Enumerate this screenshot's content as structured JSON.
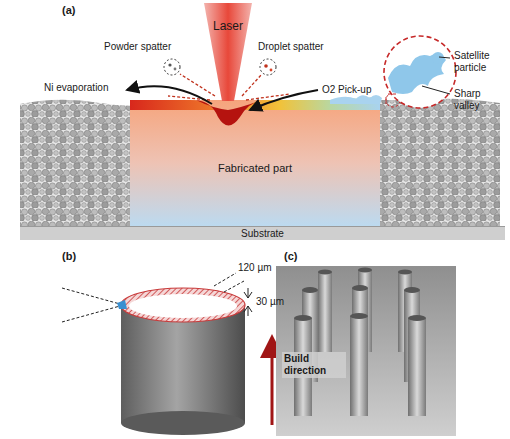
{
  "diagram": {
    "nodes": [
      {
        "text": [
          "Laser"
        ]
      },
      {
        "text": [
          "Fabricated part"
        ]
      },
      {
        "text": [
          "Substrate"
        ]
      }
    ],
    "labels": [
      "(a)",
      "Powder spatter",
      "Droplet spatter",
      "Ni evaporation",
      "O2 Pick-up",
      "Satellite particle",
      "Sharp valley",
      "(b)",
      "120 µm",
      "30 µm",
      "Build direction",
      "(c)"
    ]
  }
}
